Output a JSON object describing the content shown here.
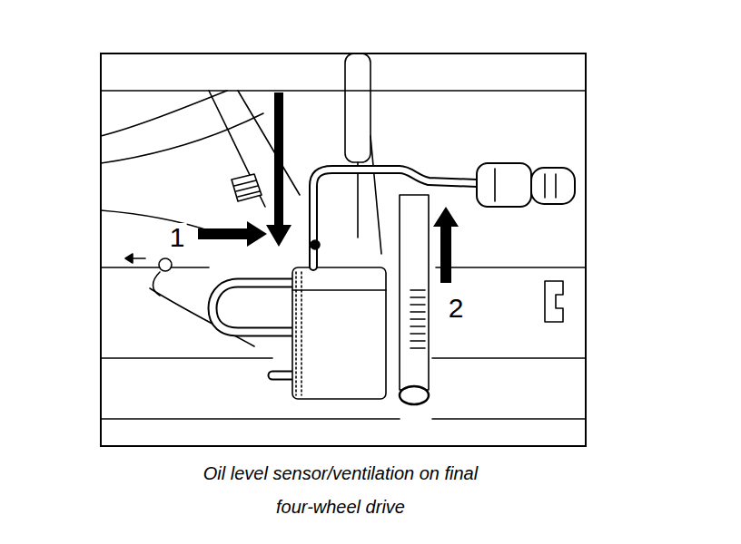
{
  "diagram": {
    "caption": "Oil level sensor/ventilation on final four-wheel drive",
    "labels": [
      "1",
      "2"
    ]
  }
}
